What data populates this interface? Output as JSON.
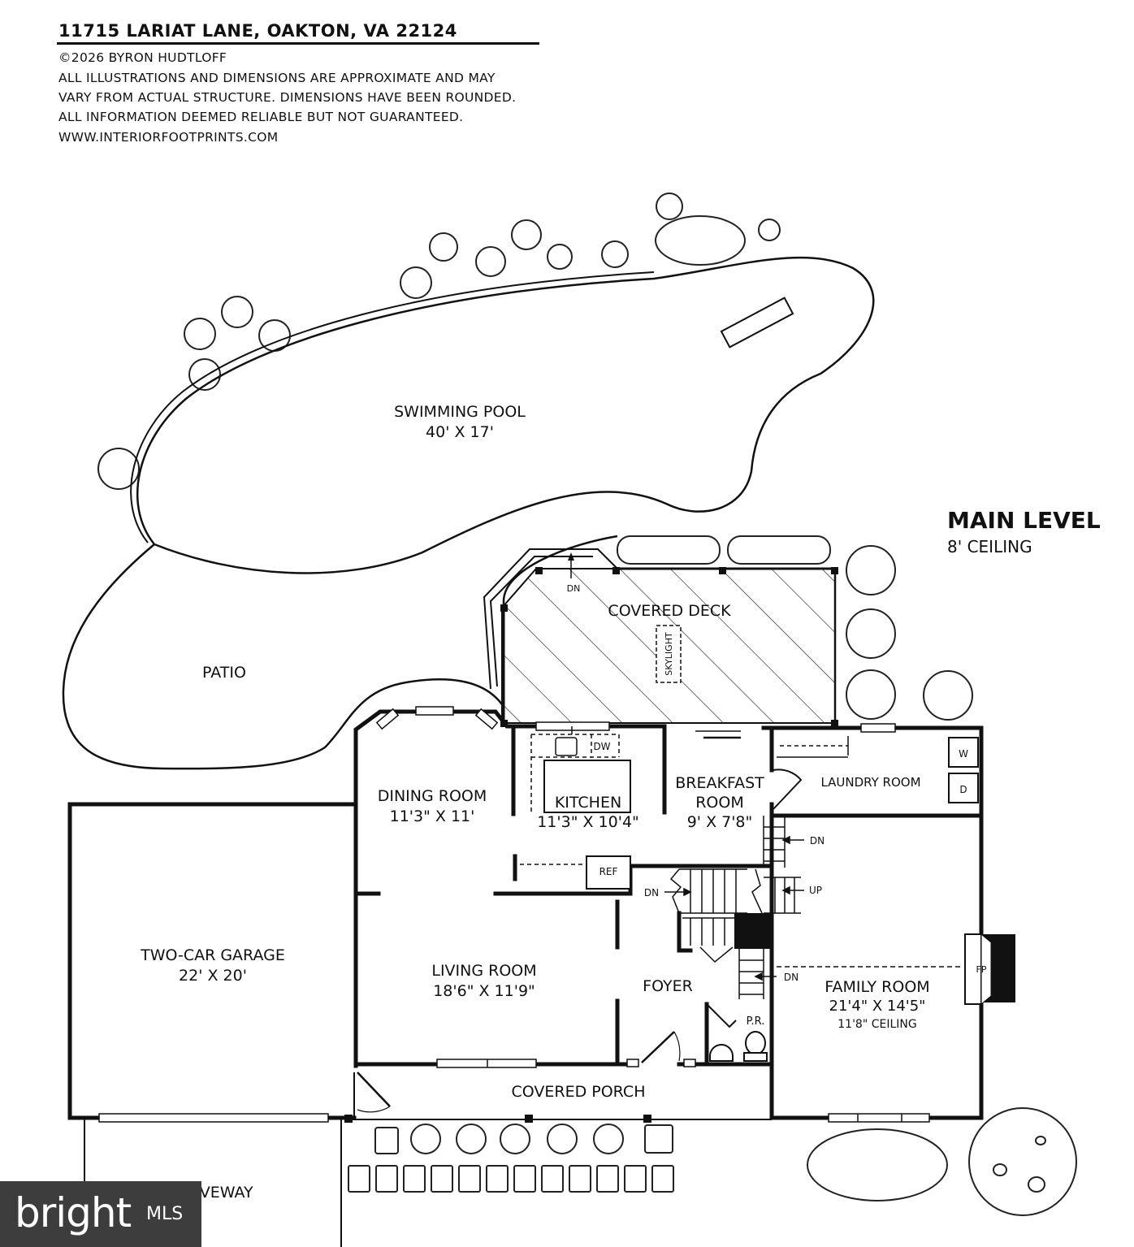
{
  "header": {
    "address": "11715 LARIAT LANE, OAKTON, VA 22124",
    "copyright": "©2026 BYRON HUDTLOFF",
    "disclaimer_1": "ALL ILLUSTRATIONS AND DIMENSIONS ARE APPROXIMATE AND MAY",
    "disclaimer_2": "VARY FROM ACTUAL STRUCTURE. DIMENSIONS HAVE BEEN ROUNDED.",
    "disclaimer_3": "ALL INFORMATION DEEMED RELIABLE BUT NOT GUARANTEED.",
    "website": "WWW.INTERIORFOOTPRINTS.COM"
  },
  "level": {
    "title": "MAIN LEVEL",
    "ceiling": "8' CEILING"
  },
  "rooms": {
    "pool_name": "SWIMMING POOL",
    "pool_dim": "40' X 17'",
    "patio": "PATIO",
    "deck": "COVERED DECK",
    "skylight": "SKYLIGHT",
    "dining_name": "DINING ROOM",
    "dining_dim": "11'3\" X 11'",
    "kitchen_name": "KITCHEN",
    "kitchen_dim": "11'3\" X 10'4\"",
    "breakfast_name1": "BREAKFAST",
    "breakfast_name2": "ROOM",
    "breakfast_dim": "9' X 7'8\"",
    "laundry": "LAUNDRY ROOM",
    "garage_name": "TWO-CAR GARAGE",
    "garage_dim": "22' X 20'",
    "living_name": "LIVING ROOM",
    "living_dim": "18'6\" X 11'9\"",
    "foyer": "FOYER",
    "family_name": "FAMILY ROOM",
    "family_dim": "21'4\" X 14'5\"",
    "family_ceiling": "11'8\" CEILING",
    "powder": "P.R.",
    "porch": "COVERED PORCH",
    "driveway": "DRIVEWAY"
  },
  "fixtures": {
    "dw": "DW",
    "ref": "REF",
    "washer": "W",
    "dryer": "D",
    "fireplace": "FP",
    "dn": "DN",
    "up": "UP"
  },
  "watermark": {
    "brand": "bright",
    "suffix": "MLS"
  }
}
